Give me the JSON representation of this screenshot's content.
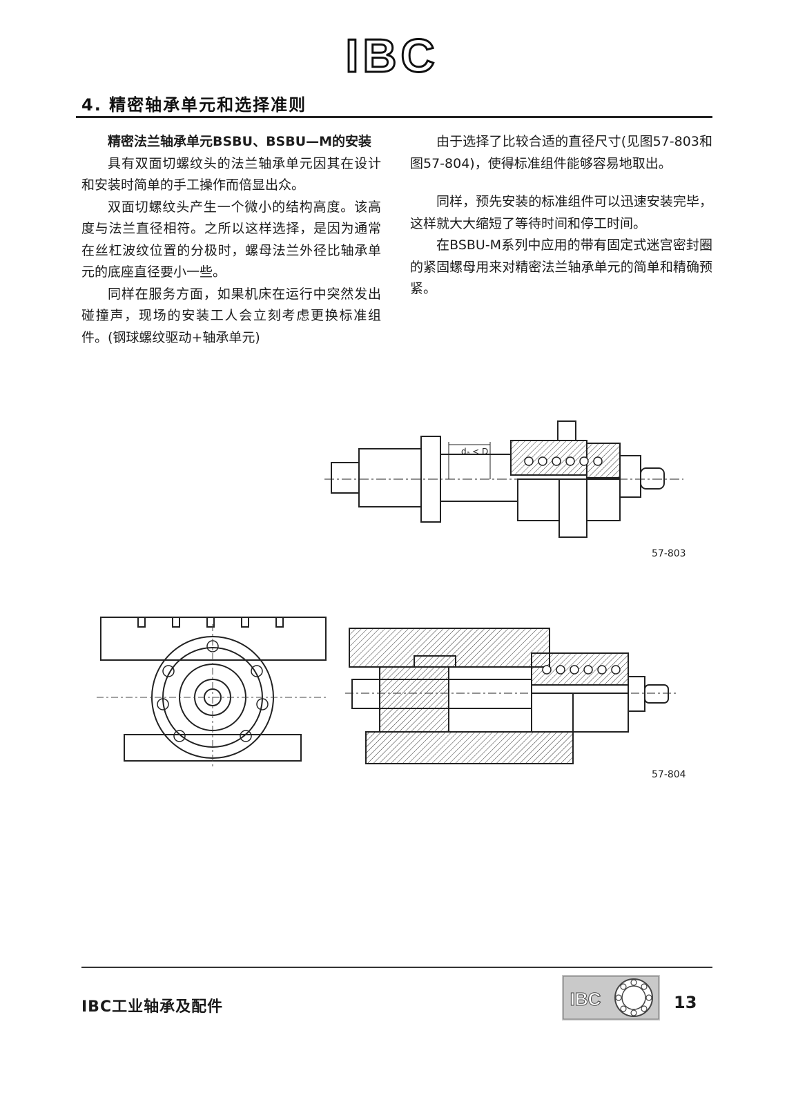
{
  "header": {
    "logo_text": "IBC"
  },
  "section": {
    "title": "4. 精密轴承单元和选择准则"
  },
  "left_column": {
    "heading": "精密法兰轴承单元BSBU、BSBU—M的安装",
    "paragraphs": [
      "具有双面切螺纹头的法兰轴承单元因其在设计和安装时简单的手工操作而倍显出众。",
      "双面切螺纹头产生一个微小的结构高度。该高度与法兰直径相符。之所以这样选择，是因为通常在丝杠波纹位置的分极时，螺母法兰外径比轴承单元的底座直径要小一些。",
      "同样在服务方面，如果机床在运行中突然发出碰撞声，现场的安装工人会立刻考虑更换标准组件。(钢球螺纹驱动+轴承单元)"
    ]
  },
  "right_column": {
    "paragraphs": [
      "由于选择了比较合适的直径尺寸(见图57-803和图57-804)，使得标准组件能够容易地取出。",
      "同样，预先安装的标准组件可以迅速安装完毕，这样就大大缩短了等待时间和停工时间。",
      "在BSBU-M系列中应用的带有固定式迷宫密封圈的紧固螺母用来对精密法兰轴承单元的简单和精确预紧。"
    ]
  },
  "figures": {
    "fig1": {
      "caption": "57-803",
      "dimension_label": "dₐ < D"
    },
    "fig2": {
      "caption": "57-804"
    }
  },
  "footer": {
    "title": "IBC工业轴承及配件",
    "logo_text": "IBC",
    "page_number": "13"
  }
}
